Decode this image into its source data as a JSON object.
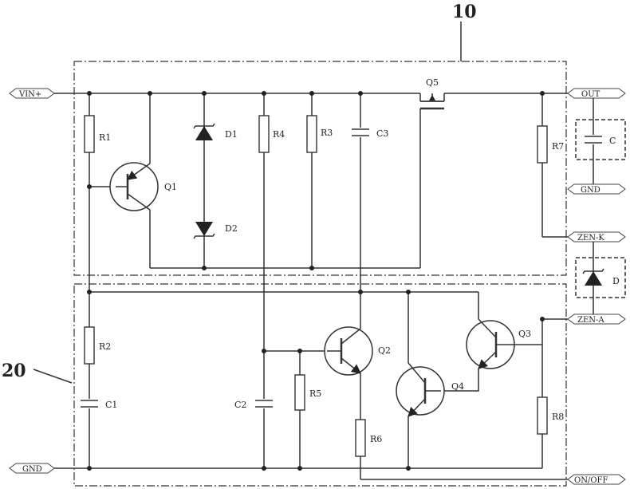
{
  "callouts": {
    "top_block": "10",
    "bottom_block": "20"
  },
  "ports": {
    "vin": "VIN+",
    "gnd_left": "GND",
    "out": "OUT",
    "gnd_right": "GND",
    "zen_k": "ZEN-K",
    "zen_a": "ZEN-A",
    "on_off": "ON/OFF"
  },
  "components": {
    "r1": "R1",
    "r2": "R2",
    "r3": "R3",
    "r4": "R4",
    "r5": "R5",
    "r6": "R6",
    "r7": "R7",
    "r8": "R8",
    "c1": "C1",
    "c2": "C2",
    "c3": "C3",
    "c_ext": "C",
    "d1": "D1",
    "d2": "D2",
    "d_ext": "D",
    "q1": "Q1",
    "q2": "Q2",
    "q3": "Q3",
    "q4": "Q4",
    "q5": "Q5"
  }
}
